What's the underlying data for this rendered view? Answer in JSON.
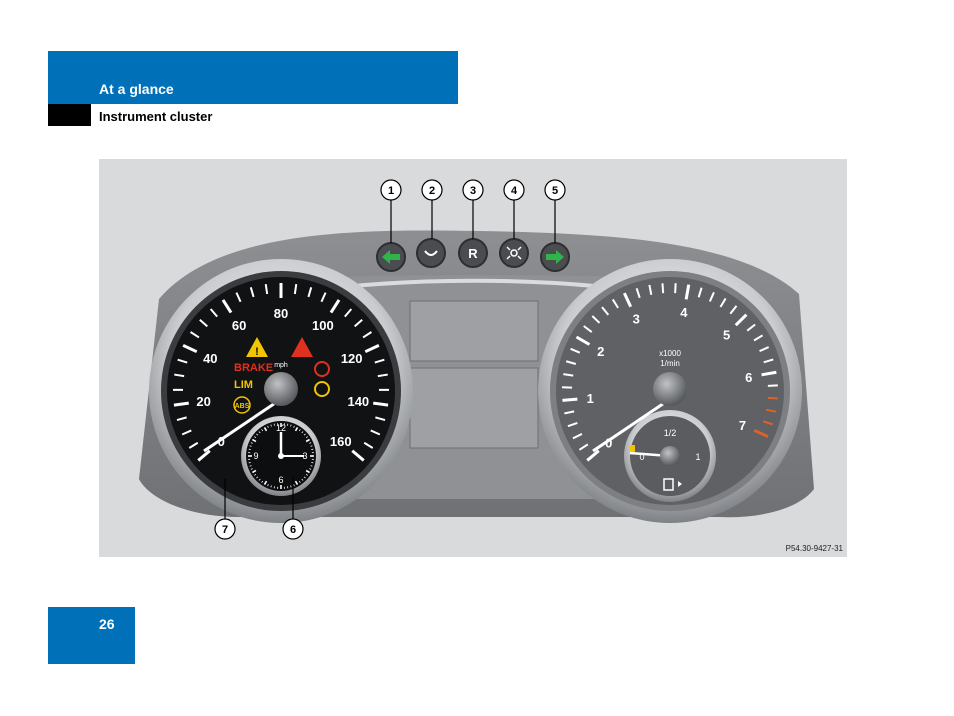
{
  "header": {
    "section": "At a glance",
    "subsection": "Instrument cluster"
  },
  "page": {
    "number": "26"
  },
  "figure": {
    "ref_code": "P54.30-9427-31",
    "callouts": [
      "1",
      "2",
      "3",
      "4",
      "5",
      "6",
      "7"
    ],
    "indicators": {
      "left_turn": "left-arrow-icon",
      "low_beam": "low-beam-icon",
      "reserve": "R",
      "high_beam": "high-beam-icon",
      "right_turn": "right-arrow-icon"
    },
    "speedometer": {
      "unit": "mph",
      "labels": [
        "0",
        "20",
        "40",
        "60",
        "80",
        "100",
        "120",
        "140",
        "160"
      ],
      "brake_text": "BRAKE",
      "lim_text": "LIM",
      "abs_text": "ABS",
      "colors": {
        "warning_yellow": "#f2c500",
        "warning_red": "#e03020",
        "pointer": "#ffffff"
      }
    },
    "clock": {
      "labels": [
        "12",
        "3",
        "6",
        "9"
      ]
    },
    "tachometer": {
      "multiplier": "x1000",
      "unit": "1/min",
      "labels": [
        "0",
        "1",
        "2",
        "3",
        "4",
        "5",
        "6",
        "7"
      ],
      "redline_color": "#e0602a"
    },
    "fuel_gauge": {
      "labels": [
        "0",
        "1/2",
        "1"
      ]
    }
  }
}
